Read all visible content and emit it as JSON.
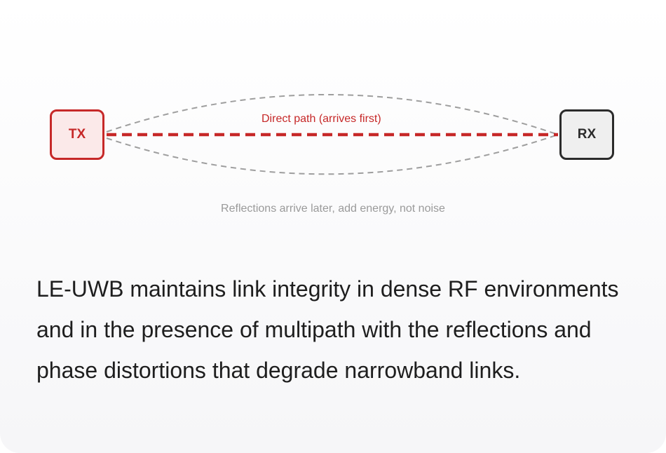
{
  "diagram": {
    "transmitter_label": "TX",
    "receiver_label": "RX",
    "direct_path_label": "Direct path (arrives first)",
    "reflections_caption": "Reflections arrive later, add energy, not noise",
    "colors": {
      "direct_path": "#c62828",
      "reflection_path": "#9e9e9e",
      "receiver": "#2b2b2b"
    }
  },
  "body": {
    "text": "LE-UWB maintains link integrity in dense RF environments and in the presence of multipath with the reflections and phase distortions that degrade narrowband links."
  }
}
